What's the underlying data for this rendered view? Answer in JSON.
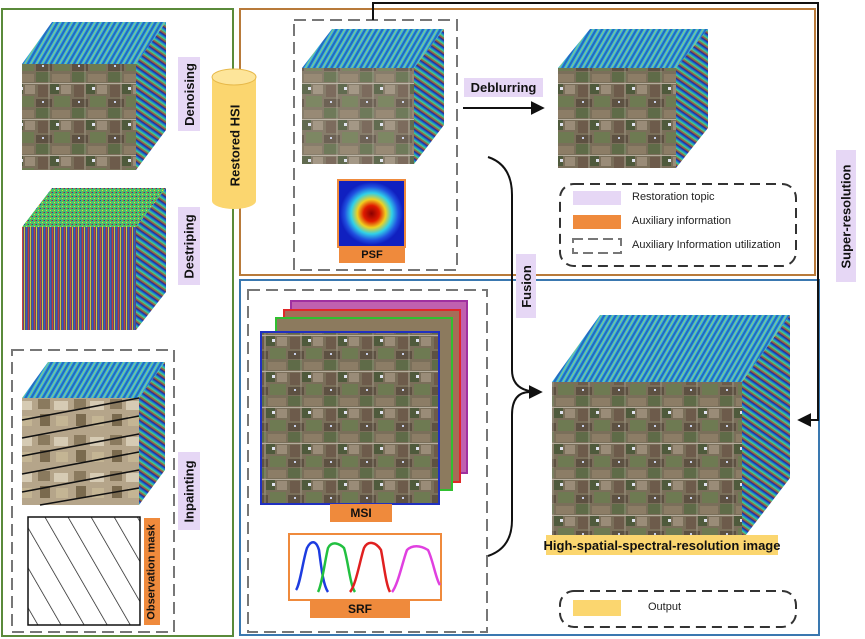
{
  "labels": {
    "denoising": "Denoising",
    "destriping": "Destriping",
    "inpainting": "Inpainting",
    "observation_mask": "Observation mask",
    "restored_hsi": "Restored HSI",
    "psf": "PSF",
    "deblurring": "Deblurring",
    "fusion": "Fusion",
    "super_resolution": "Super-resolution",
    "msi": "MSI",
    "srf": "SRF",
    "output_image": "High-spatial-spectral-resolution image"
  },
  "legend": {
    "restoration_topic": "Restoration topic",
    "auxiliary_information": "Auxiliary information",
    "auxiliary_utilization": "Auxiliary Information utilization",
    "output": "Output"
  },
  "colors": {
    "restoration_topic": "#e6d7f5",
    "auxiliary_information": "#ef8a3c",
    "output": "#fbd66f",
    "left_panel_border": "#5a8a3a",
    "top_panel_border": "#b87a3a",
    "bottom_panel_border": "#3a78b0"
  },
  "icons": {
    "arrow": "arrow-right-icon",
    "cube": "hyperspectral-cube-icon"
  }
}
